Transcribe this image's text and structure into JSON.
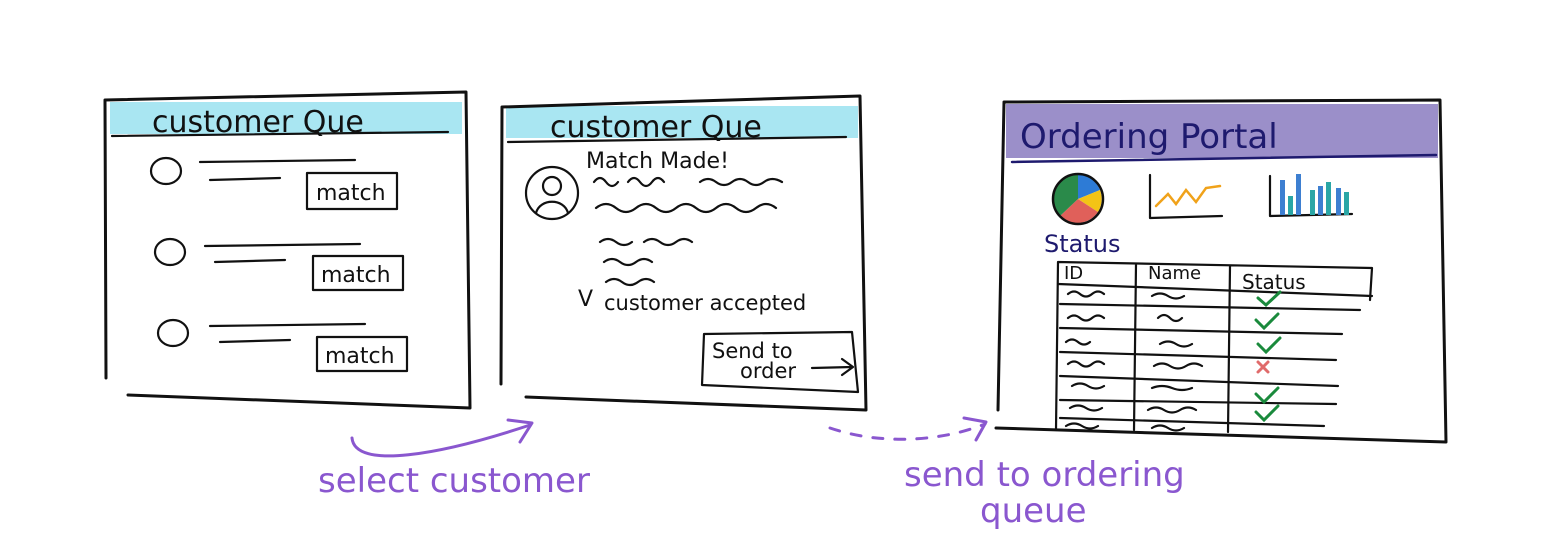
{
  "colors": {
    "cyan_header": "#a9e6f2",
    "purple_header": "#9b8fc9",
    "annotation_purple": "#8a57cf",
    "navy_text": "#1e1a6e",
    "check_green": "#1a8a3c",
    "x_red": "#e06b6b",
    "pie_blue": "#2d7bd6",
    "pie_yellow": "#f3c416",
    "pie_red": "#e0605a",
    "pie_green": "#2a8a4a",
    "line_orange": "#f0a21a",
    "bar_blue": "#3d7fd1",
    "bar_teal": "#2aa6a6"
  },
  "screen1": {
    "title": "customer Que",
    "rows": [
      {
        "button": "match"
      },
      {
        "button": "match"
      },
      {
        "button": "match"
      }
    ]
  },
  "screen2": {
    "title": "customer Que",
    "match_text": "Match Made!",
    "avatar_icon": "person-icon",
    "accepted_mark": "V",
    "accepted_text": "customer accepted",
    "send_button_line1": "Send to",
    "send_button_line2": "order"
  },
  "screen3": {
    "title": "Ordering Portal",
    "status_label": "Status",
    "chart_icons": [
      "pie-chart-icon",
      "line-chart-icon",
      "bar-chart-icon"
    ],
    "table_headers": [
      "ID",
      "Name",
      "Status"
    ],
    "table_rows": [
      {
        "status": "check"
      },
      {
        "status": "check"
      },
      {
        "status": "check"
      },
      {
        "status": "x"
      },
      {
        "status": ""
      },
      {
        "status": "check"
      },
      {
        "status": "check"
      },
      {
        "status": ""
      }
    ]
  },
  "annotations": {
    "arrow1": "select customer",
    "arrow2_line1": "send to ordering",
    "arrow2_line2": "queue"
  }
}
